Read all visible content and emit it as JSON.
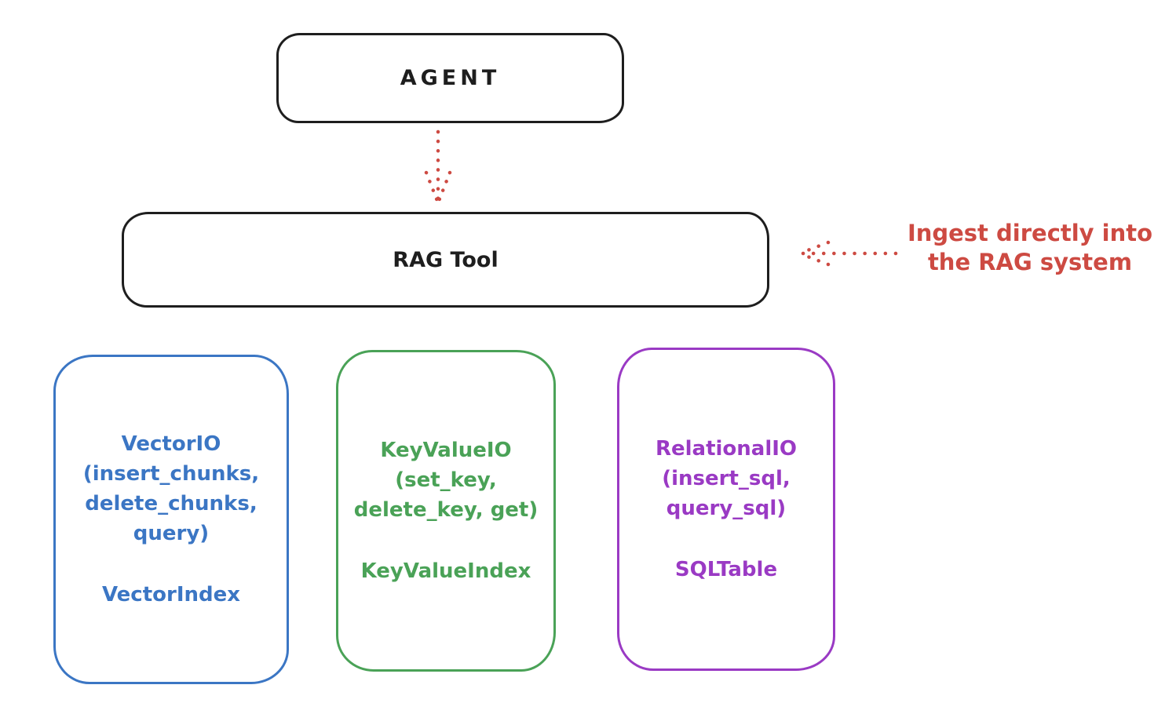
{
  "colors": {
    "ink": "#1e1e1e",
    "red": "#cd4a42",
    "blue": "#3b76c4",
    "green": "#4aa257",
    "purple": "#9a3ac4",
    "background": "#ffffff"
  },
  "nodes": {
    "agent": {
      "label": "AGENT"
    },
    "rag_tool": {
      "label": "RAG Tool"
    },
    "vector": {
      "lines": [
        "VectorIO",
        "(insert_chunks,",
        "delete_chunks,",
        "query)"
      ],
      "footer": "VectorIndex"
    },
    "keyvalue": {
      "lines": [
        "KeyValueIO",
        "(set_key,",
        "delete_key, get)"
      ],
      "footer": "KeyValueIndex"
    },
    "relational": {
      "lines": [
        "RelationalIO",
        "(insert_sql,",
        "query_sql)"
      ],
      "footer": "SQLTable"
    }
  },
  "annotation": {
    "line1": "Ingest directly into",
    "line2": "the RAG system"
  }
}
